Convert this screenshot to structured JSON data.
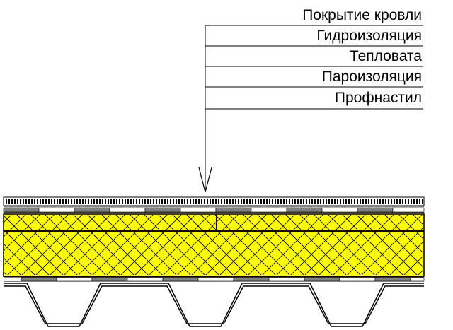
{
  "callout": {
    "labels": [
      "Покрытие кровли",
      "Гидроизоляция",
      "Тепловата",
      "Пароизоляция",
      "Профнастил"
    ]
  },
  "colors": {
    "line": "#000000",
    "insulation_fill": "#ffff00",
    "membrane_gray": "#808080",
    "background": "#ffffff"
  }
}
